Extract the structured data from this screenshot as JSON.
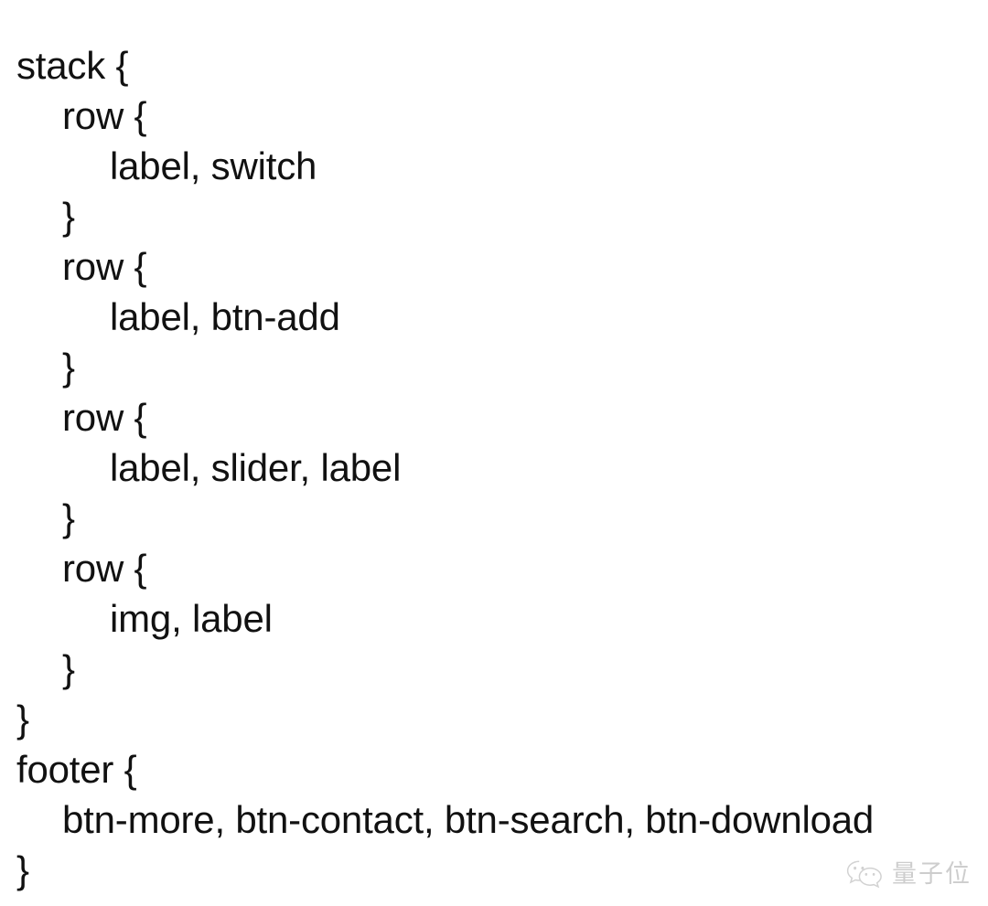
{
  "page": {
    "background_color": "#ffffff",
    "text_color": "#111111"
  },
  "code_listing": {
    "language_hint": "ui-layout-dsl",
    "lines": [
      {
        "indent": 0,
        "text": "stack {"
      },
      {
        "indent": 1,
        "text": "row {"
      },
      {
        "indent": 2,
        "text": "label, switch"
      },
      {
        "indent": 1,
        "text": "}"
      },
      {
        "indent": 1,
        "text": "row {"
      },
      {
        "indent": 2,
        "text": "label, btn-add"
      },
      {
        "indent": 1,
        "text": "}"
      },
      {
        "indent": 1,
        "text": "row {"
      },
      {
        "indent": 2,
        "text": "label, slider, label"
      },
      {
        "indent": 1,
        "text": "}"
      },
      {
        "indent": 1,
        "text": "row {"
      },
      {
        "indent": 2,
        "text": "img, label"
      },
      {
        "indent": 1,
        "text": "}"
      },
      {
        "indent": 0,
        "text": "}"
      },
      {
        "indent": 0,
        "text": "footer {"
      },
      {
        "indent": 1,
        "text": "btn-more, btn-contact, btn-search, btn-download"
      },
      {
        "indent": 0,
        "text": "}"
      }
    ]
  },
  "watermark": {
    "icon_name": "wechat-icon",
    "text": "量子位",
    "color": "#b0b0b0"
  }
}
